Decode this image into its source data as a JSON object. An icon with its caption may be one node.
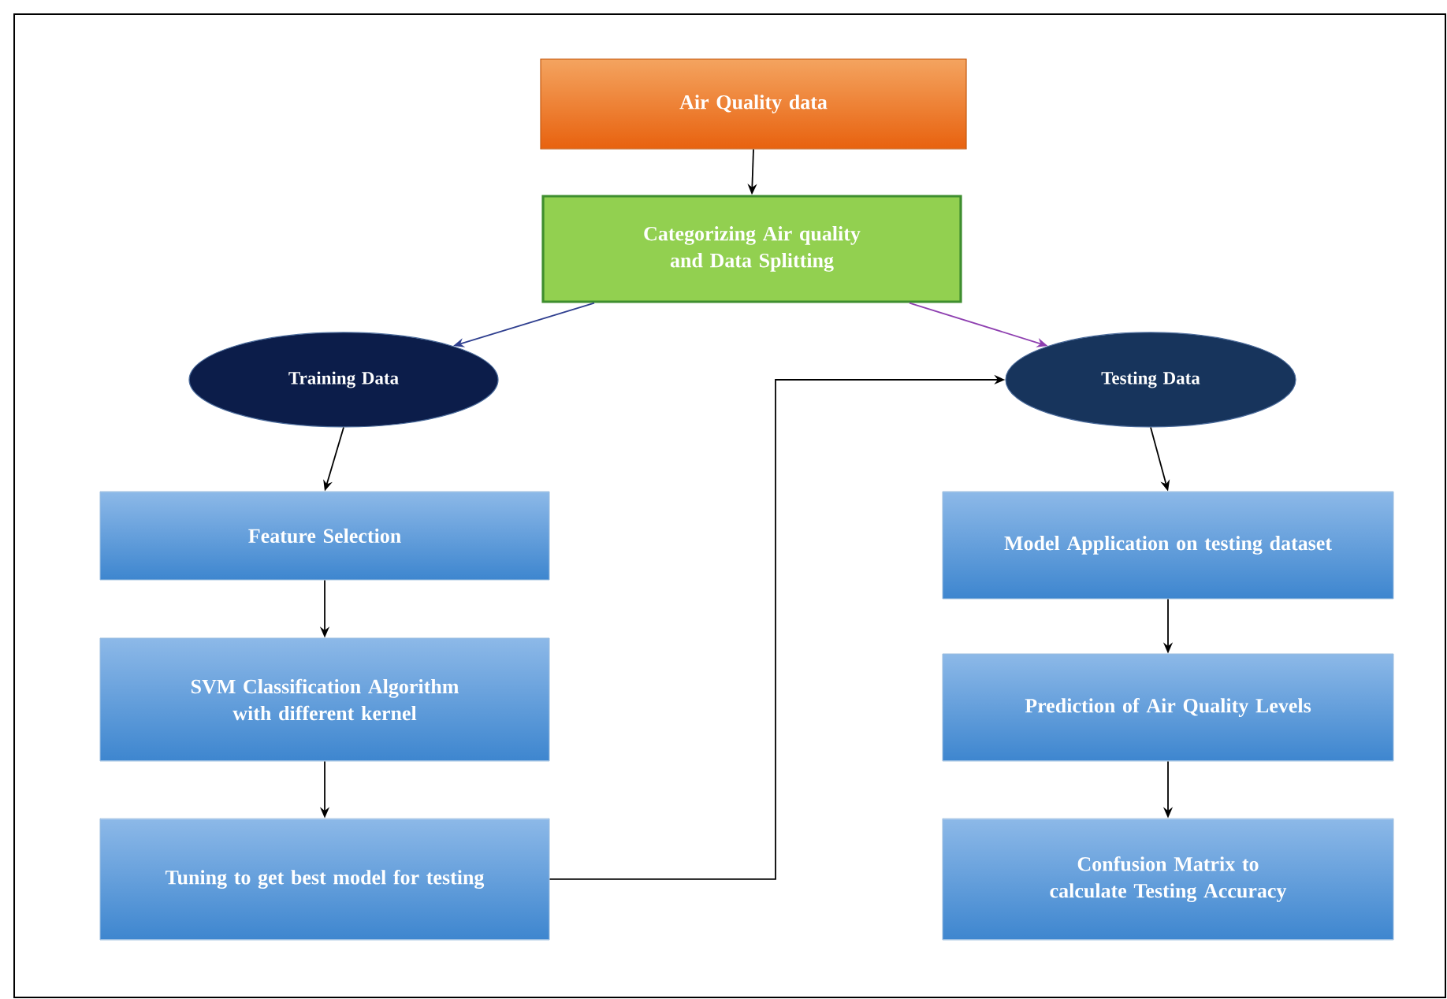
{
  "diagram": {
    "nodes": [
      {
        "text": [
          "Air Quality data"
        ]
      },
      {
        "text": [
          "Categorizing Air quality and Data Splitting"
        ]
      },
      {
        "text": [
          "Training Data"
        ]
      },
      {
        "text": [
          "Testing Data"
        ]
      },
      {
        "text": [
          "Feature Selection"
        ]
      },
      {
        "text": [
          "SVM Classification Algorithm with different kernel"
        ]
      },
      {
        "text": [
          "Tuning to get best model for testing"
        ]
      },
      {
        "text": [
          "Model Application on testing dataset"
        ]
      },
      {
        "text": [
          "Prediction of Air Quality Levels"
        ]
      },
      {
        "text": [
          "Confusion Matrix to calculate Testing Accuracy"
        ]
      }
    ],
    "edges": [
      {
        "from": 0,
        "to": 1,
        "arrow": "to"
      },
      {
        "from": 1,
        "to": 2,
        "arrow": "to",
        "color": "#2f3f8f"
      },
      {
        "from": 1,
        "to": 3,
        "arrow": "to",
        "color": "#8e3fb0"
      },
      {
        "from": 2,
        "to": 4,
        "arrow": "to"
      },
      {
        "from": 4,
        "to": 5,
        "arrow": "to"
      },
      {
        "from": 5,
        "to": 6,
        "arrow": "to"
      },
      {
        "from": 6,
        "to": 3,
        "arrow": "to"
      },
      {
        "from": 3,
        "to": 7,
        "arrow": "to"
      },
      {
        "from": 7,
        "to": 8,
        "arrow": "to"
      },
      {
        "from": 8,
        "to": 9,
        "arrow": "to"
      }
    ]
  }
}
